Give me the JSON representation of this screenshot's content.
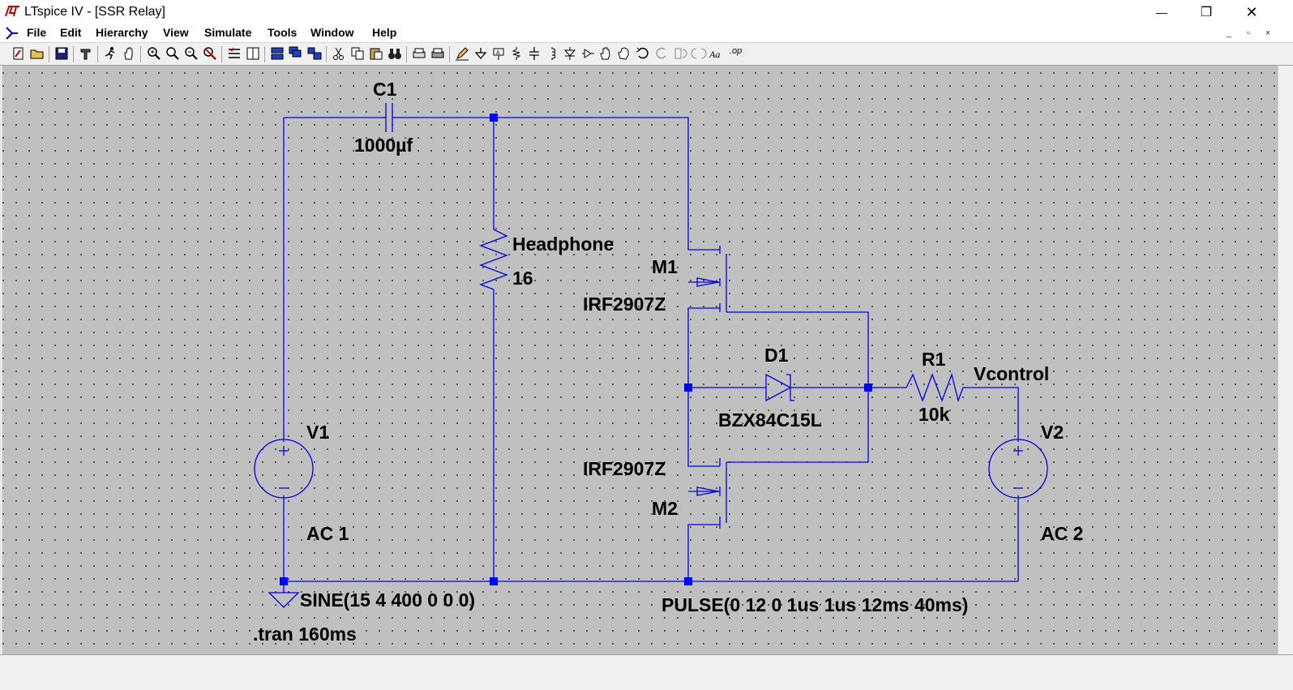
{
  "window": {
    "title": "LTspice IV - [SSR Relay]",
    "minimize_glyph": "—",
    "maximize_glyph": "❐",
    "close_glyph": "✕"
  },
  "menu": {
    "items": [
      "File",
      "Edit",
      "Hierarchy",
      "View",
      "Simulate",
      "Tools",
      "Window",
      "Help"
    ],
    "mdi_minimize": "_",
    "mdi_restore": "▫",
    "mdi_close": "×"
  },
  "toolbar": {
    "font_label": "Aa",
    "op_label": ".op"
  },
  "schematic": {
    "wire_color": "#0000e0",
    "junction_color": "#0000ff",
    "components": {
      "C1": {
        "name": "C1",
        "value": "1000µf"
      },
      "headphone": {
        "name": "Headphone",
        "value": "16"
      },
      "M1": {
        "name": "M1",
        "model": "IRF2907Z"
      },
      "M2": {
        "name": "M2",
        "model": "IRF2907Z"
      },
      "D1": {
        "name": "D1",
        "model": "BZX84C15L"
      },
      "R1": {
        "name": "R1",
        "value": "10k"
      },
      "V1": {
        "name": "V1",
        "ac": "AC 1",
        "source": "SINE(15 4 400 0 0 0)"
      },
      "V2": {
        "name": "V2",
        "ac": "AC 2",
        "source": "PULSE(0 12 0 1us 1us 12ms 40ms)"
      }
    },
    "net_label": "Vcontrol",
    "directive": ".tran 160ms"
  }
}
